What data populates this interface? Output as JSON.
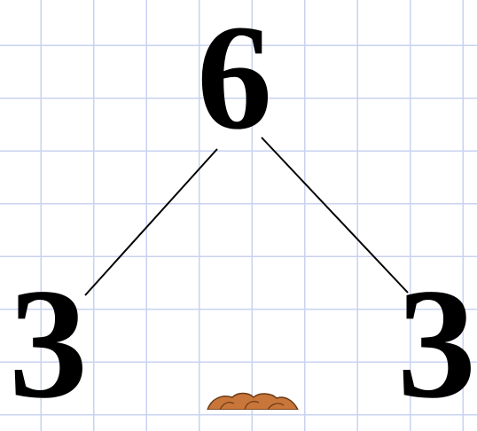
{
  "diagram": {
    "top_number": "6",
    "left_number": "3",
    "right_number": "3"
  },
  "colors": {
    "grid_line": "#c9d3f0",
    "background": "#ffffff",
    "ink": "#000000",
    "hair": "#c8763a"
  },
  "icons": {
    "character": "cartoon-character-icon"
  }
}
